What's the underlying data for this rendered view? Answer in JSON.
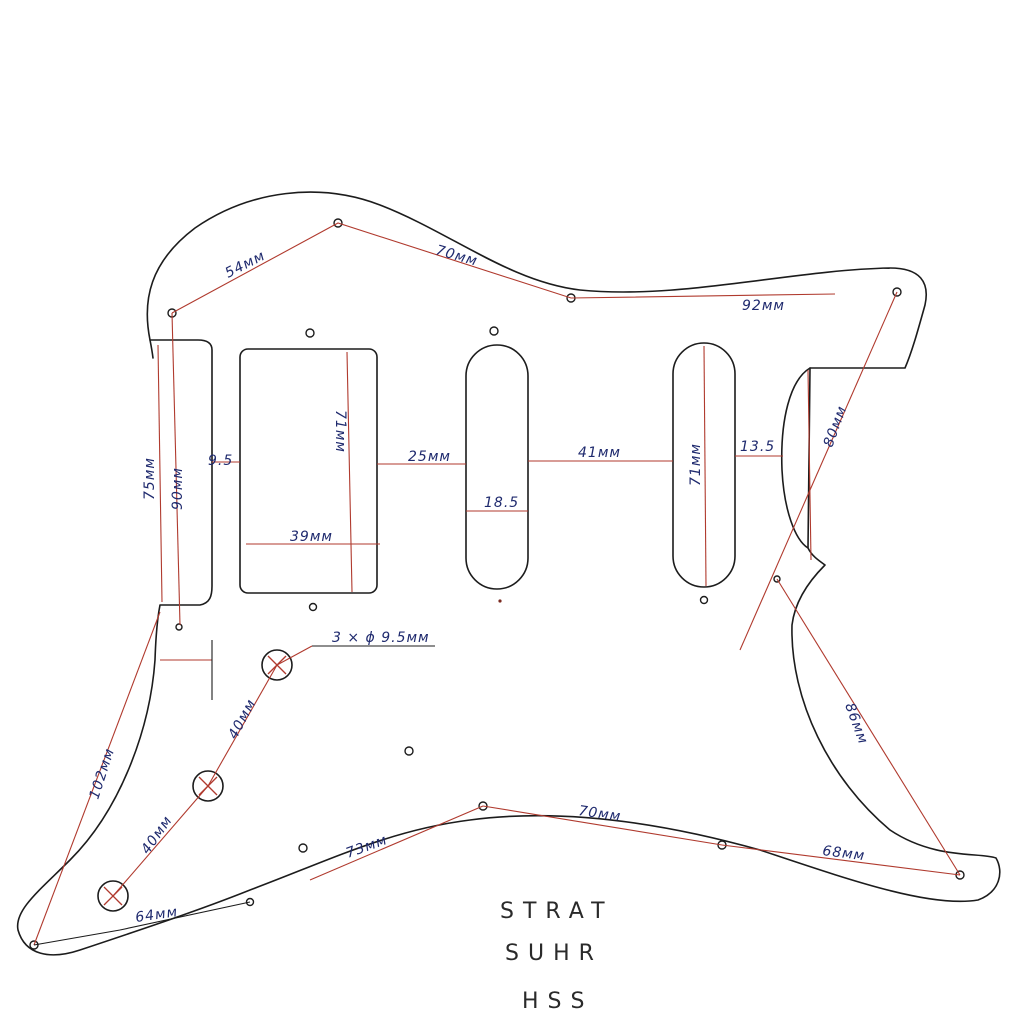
{
  "diagram": {
    "colors": {
      "outline": "#1c1c1c",
      "dimension_line": "#b03a2e",
      "dimension_text": "#1f2a6e",
      "label_text": "#2a2a2a"
    },
    "dimensions": {
      "top_left_screw_span": "54мм",
      "top_screw_span": "70мм",
      "top_right_span": "92мм",
      "neck_pocket_height": "75мм",
      "left_height": "90мм",
      "pocket_to_humbucker_gap": "9.5",
      "humbucker_length": "71мм",
      "humbucker_width": "39мм",
      "humbucker_to_single": "25мм",
      "single_width": "18.5",
      "single_to_single": "41мм",
      "neck_single_length": "71мм",
      "neck_to_edge": "13.5",
      "right_height": "80мм",
      "control_holes": "3 × ϕ 9.5мм",
      "control_spacing_1": "40мм",
      "control_spacing_2": "40мм",
      "left_edge_span": "102мм",
      "bottom_left_span": "64мм",
      "bottom_span": "73мм",
      "bottom_mid_span": "70мм",
      "bottom_right_span": "68мм",
      "right_diagonal": "86мм"
    },
    "label_lines": [
      "STRAT",
      "SUHR",
      "HSS"
    ]
  }
}
